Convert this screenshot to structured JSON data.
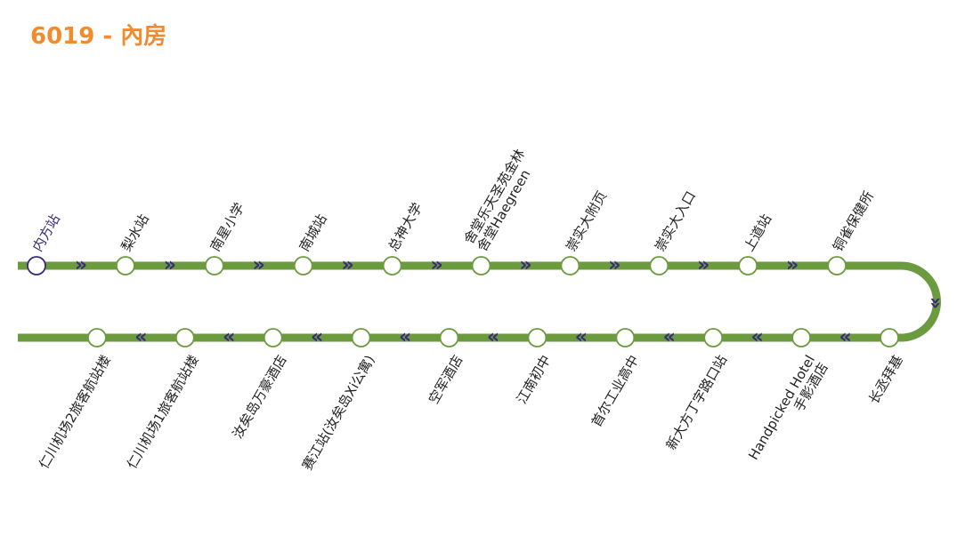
{
  "route": {
    "title": "6019 - 內房",
    "title_color": "#F08C2E",
    "line_color": "#6C9A3E",
    "arrow_color": "#3A2A7A",
    "current_stop_color": "#3A2A7A",
    "arrow_forward": "»",
    "arrow_backward": "«"
  },
  "stops_upper": [
    {
      "name": "内方站",
      "current": true
    },
    {
      "name": "梨水站"
    },
    {
      "name": "南星小学"
    },
    {
      "name": "南城站"
    },
    {
      "name": "总神大学"
    },
    {
      "name": "舍堂乐天圣苑金林",
      "name2": "舍堂Haegreen"
    },
    {
      "name": "崇实大附页"
    },
    {
      "name": "崇实大入口"
    },
    {
      "name": "上道站"
    },
    {
      "name": "铜雀保健所"
    }
  ],
  "stops_lower": [
    {
      "name": "长丞拜基"
    },
    {
      "name": "Handpicked Hotel",
      "name2": "手影酒店"
    },
    {
      "name": "新大方丁字路口站"
    },
    {
      "name": "首尔工业高中"
    },
    {
      "name": "江南初中"
    },
    {
      "name": "空军酒店"
    },
    {
      "name": "赛江站(汝矣岛Xi公寓)"
    },
    {
      "name": "汝矣岛万豪酒店"
    },
    {
      "name": "仁川机场1旅客航站楼"
    },
    {
      "name": "仁川机场2旅客航站楼"
    }
  ]
}
